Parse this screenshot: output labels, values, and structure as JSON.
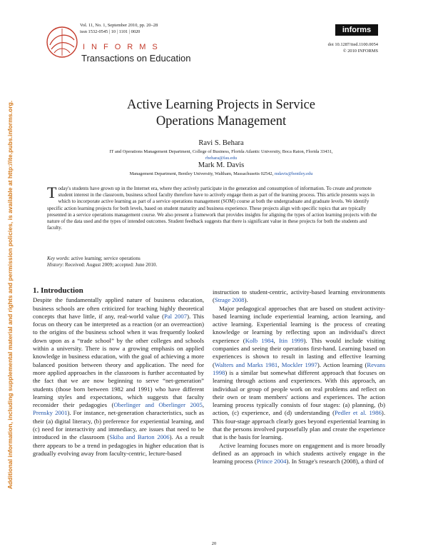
{
  "side_note": "Additional information, including supplemental material and rights and permission policies, is available at http://ite.pubs.informs.org.",
  "header": {
    "volume": "Vol. 11, No. 1, September 2010, pp. 20–28",
    "issn": "issn 1532-0545 | 10 | 1101 | 0020",
    "publisher_word": "INFORMS",
    "journal": "Transactions on Education",
    "logo_text": "informs",
    "doi": "doi 10.1287/ited.1100.0054",
    "copyright": "© 2010 INFORMS"
  },
  "title_line1": "Active Learning Projects in Service",
  "title_line2": "Operations Management",
  "authors": [
    {
      "name": "Ravi S. Behara",
      "affiliation": "IT and Operations Management Department, College of Business, Florida Atlantic University, Boca Raton, Florida 33431,",
      "email": "rbehara@fau.edu"
    },
    {
      "name": "Mark M. Davis",
      "affiliation": "Management Department, Bentley University, Waltham, Massachusetts 02542,",
      "email": "mdavis@bentley.edu"
    }
  ],
  "abstract": {
    "drop": "T",
    "text": "oday's students have grown up in the Internet era, where they actively participate in the generation and consumption of information. To create and promote student interest in the classroom, business school faculty therefore have to actively engage them as part of the learning process. This article presents ways in which to incorporate active learning as part of a service operations management (SOM) course at both the undergraduate and graduate levels. We identify specific action learning projects for both levels, based on student maturity and business experience. These projects align with specific topics that are typically presented in a service operations management course. We also present a framework that provides insights for aligning the types of action learning projects with the nature of the data used and the types of intended outcomes. Student feedback suggests that there is significant value in these projects for both the students and faculty."
  },
  "keywords_label": "Key words",
  "keywords": ": active learning; service operations",
  "history_label": "History",
  "history": ": Received: August 2009; accepted: June 2010.",
  "section_title": "1.   Introduction",
  "col1": {
    "p1a": "Despite the fundamentally applied nature of business education, business schools are often criticized for teaching highly theoretical concepts that have little, if any, real-world value (",
    "p1_c1": "Pal 2007",
    "p1b": "). This focus on theory can be interpreted as a reaction (or an overreaction) to the origins of the business school when it was frequently looked down upon as a “trade school” by the other colleges and schools within a university. There is now a growing emphasis on applied knowledge in business education, with the goal of achieving a more balanced position between theory and application. The need for more applied approaches in the classroom is further accentuated by the fact that we are now beginning to serve “net-generation” students (those born between 1982 and 1991) who have different learning styles and expectations, which suggests that faculty reconsider their pedagogies (",
    "p1_c2": "Oberlinger and Oberlinger 2005",
    "p1c": ", ",
    "p1_c3": "Prensky 2001",
    "p1d": "). For instance, net-generation characteristics, such as their (a) digital literacy, (b) preference for experiential learning, and (c) need for interactivity and immediacy, are issues that need to be introduced in the classroom (",
    "p1_c4": "Skiba and Barton 2006",
    "p1e": "). As a result there appears to be a trend in pedagogies in higher education that is gradually evolving away from faculty-centric, lecture-based"
  },
  "col2": {
    "p0a": "instruction to student-centric, activity-based learning environments (",
    "p0_c1": "Strage 2008",
    "p0b": ").",
    "p1a": "Major pedagogical approaches that are based on student activity-based learning include experiential learning, action learning, and active learning. Experiential learning is the process of creating knowledge or learning by reflecting upon an individual's direct experience (",
    "p1_c1": "Kolb 1984",
    "p1b": ", ",
    "p1_c2": "Itin 1999",
    "p1c": "). This would include visiting companies and seeing their operations first-hand. Learning based on experiences is shown to result in lasting and effective learning (",
    "p1_c3": "Walters and Marks 1981",
    "p1d": ", ",
    "p1_c4": "Mockler 1997",
    "p1e": "). Action learning (",
    "p1_c5": "Revans 1998",
    "p1f": ") is a similar but somewhat different approach that focuses on learning through actions and experiences. With this approach, an individual or group of people work on real problems and reflect on their own or team members' actions and experiences. The action learning process typically consists of four stages: (a) planning, (b) action, (c) experience, and (d) understanding (",
    "p1_c6": "Pedler et al. 1986",
    "p1g": "). This four-stage approach clearly goes beyond experiential learning in that the persons involved purposefully plan and create the experience that is the basis for learning.",
    "p2a": "Active learning focuses more on engagement and is more broadly defined as an approach in which students actively engage in the learning process (",
    "p2_c1": "Prince 2004",
    "p2b": "). In Strage's research (2008), a third of"
  },
  "page_number": "20",
  "colors": {
    "link": "#2255aa",
    "side_note": "#d47a1c",
    "brand_red": "#c43a2a"
  }
}
